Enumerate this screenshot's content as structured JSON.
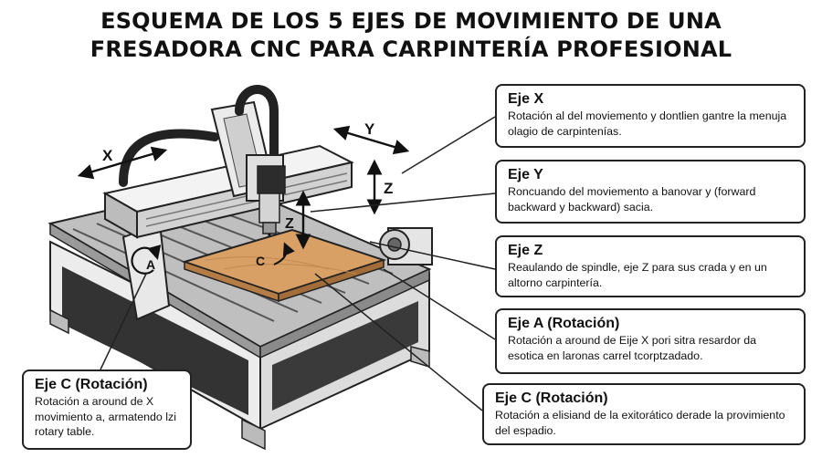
{
  "title": {
    "line1": "ESQUEMA DE LOS 5 EJES DE MOVIMIENTO DE UNA",
    "line2": "FRESADORA CNC PARA CARPINTERÍA PROFESIONAL"
  },
  "axis_labels": {
    "x": "X",
    "y": "Y",
    "z": "Z",
    "z_spindle": "Z",
    "a": "A",
    "c": "C"
  },
  "boxes": [
    {
      "title": "Eje X",
      "desc": "Rotación al del moviemento y dontlien gantre la menuja olagio de carpintenías."
    },
    {
      "title": "Eje Y",
      "desc": "Roncuando del moviemento a banovar y (forward backward y backward) sacia."
    },
    {
      "title": "Eje Z",
      "desc": "Reaulando de spindle, eje Z para sus crada y en un altorno carpintería."
    },
    {
      "title": "Eje A (Rotación)",
      "desc": "Rotación a around de Eije X pori sitra resardor da esotica en laronas carrel tcorptzadado."
    },
    {
      "title": "Eje C (Rotación)",
      "desc": "Rotación a elisiand de la exitorático derade la provimiento del espadio."
    }
  ],
  "left_box": {
    "title": "Eje C (Rotación)",
    "desc": "Rotación a around de X movimiento a, armatendo lzi rotary table."
  },
  "colors": {
    "wood": "#d9a066",
    "line": "#1a1a1a",
    "metal_light": "#e6e6e6",
    "metal_dark": "#4a4a4a"
  }
}
